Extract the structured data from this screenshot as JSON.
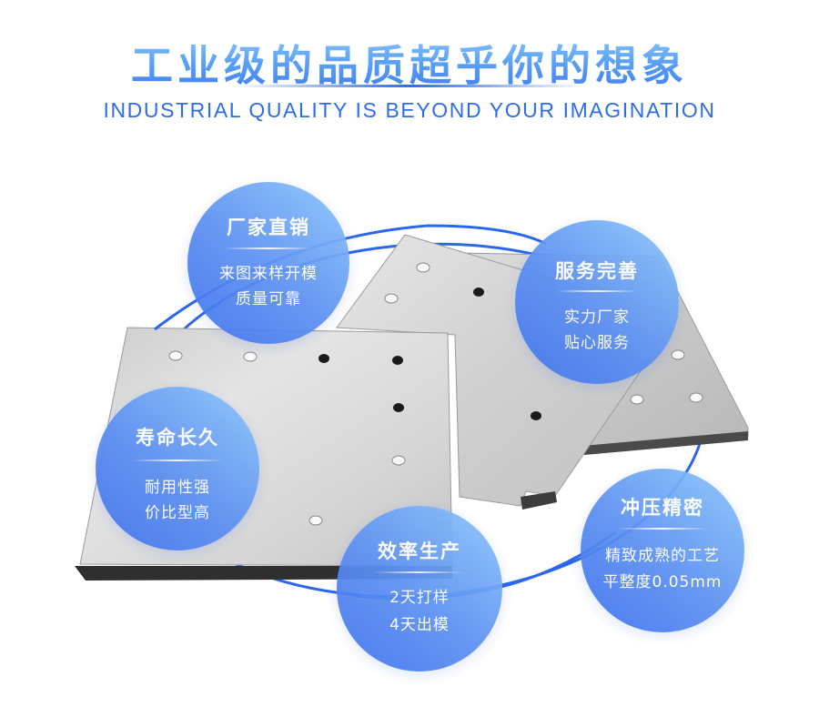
{
  "header": {
    "title": "工业级的品质超乎你的想象",
    "subtitle": "INDUSTRIAL QUALITY IS BEYOND YOUR IMAGINATION"
  },
  "colors": {
    "accent": "#2f6ce8",
    "bubble_dark": "#3f72ee",
    "bubble_light": "#8cc6fb",
    "orbit": "#2a66f0"
  },
  "features": [
    {
      "title": "厂家直销",
      "lines": [
        "来图来样开模",
        "质量可靠"
      ]
    },
    {
      "title": "服务完善",
      "lines": [
        "实力厂家",
        "贴心服务"
      ]
    },
    {
      "title": "寿命长久",
      "lines": [
        "耐用性强",
        "价比型高"
      ]
    },
    {
      "title": "效率生产",
      "lines": [
        "2天打样",
        "4天出模"
      ]
    },
    {
      "title": "冲压精密",
      "lines": [
        "精致成熟的工艺",
        "平整度0.05mm"
      ]
    }
  ],
  "product_image": {
    "subject": "stamped-stainless-steel-plates"
  }
}
